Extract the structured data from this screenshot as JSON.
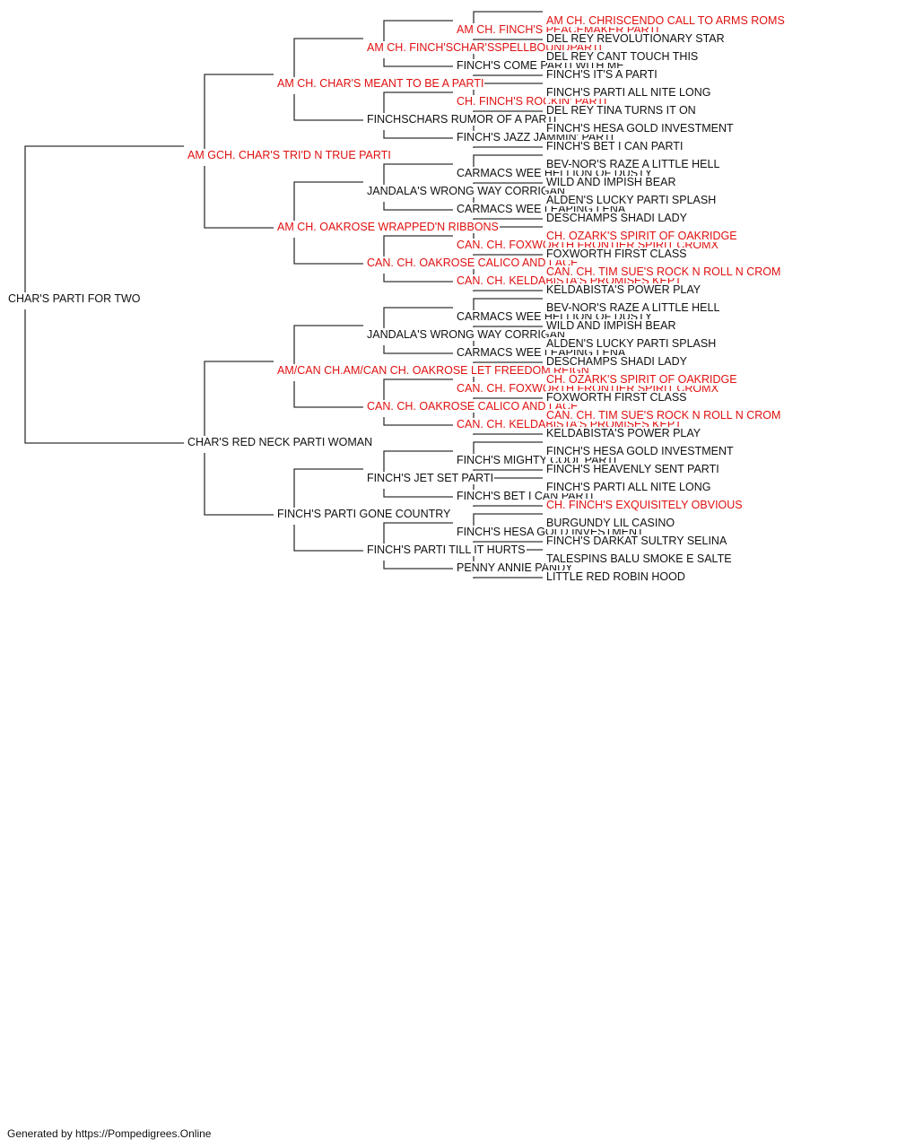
{
  "colors": {
    "champion": "#e01010",
    "normal": "#111111",
    "line": "#333333"
  },
  "pedigree": {
    "name": "CHAR'S PARTI FOR TWO",
    "red": false,
    "sire": {
      "name": "AM GCH. CHAR'S TRI'D N TRUE PARTI",
      "red": true,
      "sire": {
        "name": "AM CH. CHAR'S MEANT TO BE A PARTI",
        "red": true,
        "sire": {
          "name": "AM CH. FINCH'SCHAR'SSPELLBOUNDPARTI",
          "red": true,
          "sire": {
            "name": "AM CH. FINCH'S PEACEMAKER PARTI",
            "red": true,
            "sire": {
              "name": "AM CH. CHRISCENDO CALL TO ARMS ROMS",
              "red": true
            },
            "dam": {
              "name": "DEL REY REVOLUTIONARY STAR",
              "red": false
            }
          },
          "dam": {
            "name": "FINCH'S COME PARTI WITH ME",
            "red": false,
            "sire": {
              "name": "DEL REY CANT TOUCH THIS",
              "red": false
            },
            "dam": {
              "name": "FINCH'S IT'S A PARTI",
              "red": false
            }
          }
        },
        "dam": {
          "name": "FINCHSCHARS RUMOR OF A PARTI",
          "red": false,
          "sire": {
            "name": "CH. FINCH'S ROCKIN' PARTI",
            "red": true,
            "sire": {
              "name": "FINCH'S PARTI ALL NITE LONG",
              "red": false
            },
            "dam": {
              "name": "DEL REY TINA TURNS IT ON",
              "red": false
            }
          },
          "dam": {
            "name": "FINCH'S JAZZ JAMMIN' PARTI",
            "red": false,
            "sire": {
              "name": "FINCH'S HESA GOLD INVESTMENT",
              "red": false
            },
            "dam": {
              "name": "FINCH'S BET I CAN PARTI",
              "red": false
            }
          }
        }
      },
      "dam": {
        "name": "AM CH. OAKROSE WRAPPED'N RIBBONS",
        "red": true,
        "sire": {
          "name": "JANDALA'S WRONG WAY CORRIGAN",
          "red": false,
          "sire": {
            "name": "CARMACS WEE HELLION OF DUSTY",
            "red": false,
            "sire": {
              "name": "BEV-NOR'S RAZE A LITTLE HELL",
              "red": false
            },
            "dam": {
              "name": "WILD AND IMPISH BEAR",
              "red": false
            }
          },
          "dam": {
            "name": "CARMACS WEE LEAPING LENA",
            "red": false,
            "sire": {
              "name": "ALDEN'S LUCKY PARTI SPLASH",
              "red": false
            },
            "dam": {
              "name": "DESCHAMPS SHADI LADY",
              "red": false
            }
          }
        },
        "dam": {
          "name": "CAN. CH. OAKROSE CALICO AND LACE",
          "red": true,
          "sire": {
            "name": "CAN. CH. FOXWORTH FRONTIER SPIRIT CROMX",
            "red": true,
            "sire": {
              "name": "CH. OZARK'S SPIRIT OF OAKRIDGE",
              "red": true
            },
            "dam": {
              "name": "FOXWORTH FIRST CLASS",
              "red": false
            }
          },
          "dam": {
            "name": "CAN. CH. KELDABISTA'S PROMISES KEPT",
            "red": true,
            "sire": {
              "name": "CAN. CH. TIM SUE'S ROCK N ROLL N CROM",
              "red": true
            },
            "dam": {
              "name": "KELDABISTA'S POWER PLAY",
              "red": false
            }
          }
        }
      }
    },
    "dam": {
      "name": "CHAR'S RED NECK PARTI WOMAN",
      "red": false,
      "sire": {
        "name": "AM/CAN CH.AM/CAN CH. OAKROSE LET FREEDOM REIGN",
        "red": true,
        "sire": {
          "name": "JANDALA'S WRONG WAY CORRIGAN",
          "red": false,
          "sire": {
            "name": "CARMACS WEE HELLION OF DUSTY",
            "red": false,
            "sire": {
              "name": "BEV-NOR'S RAZE A LITTLE HELL",
              "red": false
            },
            "dam": {
              "name": "WILD AND IMPISH BEAR",
              "red": false
            }
          },
          "dam": {
            "name": "CARMACS WEE LEAPING LENA",
            "red": false,
            "sire": {
              "name": "ALDEN'S LUCKY PARTI SPLASH",
              "red": false
            },
            "dam": {
              "name": "DESCHAMPS SHADI LADY",
              "red": false
            }
          }
        },
        "dam": {
          "name": "CAN. CH. OAKROSE CALICO AND LACE",
          "red": true,
          "sire": {
            "name": "CAN. CH. FOXWORTH FRONTIER SPIRIT CROMX",
            "red": true,
            "sire": {
              "name": "CH. OZARK'S SPIRIT OF OAKRIDGE",
              "red": true
            },
            "dam": {
              "name": "FOXWORTH FIRST CLASS",
              "red": false
            }
          },
          "dam": {
            "name": "CAN. CH. KELDABISTA'S PROMISES KEPT",
            "red": true,
            "sire": {
              "name": "CAN. CH. TIM SUE'S ROCK N ROLL N CROM",
              "red": true
            },
            "dam": {
              "name": "KELDABISTA'S POWER PLAY",
              "red": false
            }
          }
        }
      },
      "dam": {
        "name": "FINCH'S PARTI GONE COUNTRY",
        "red": false,
        "sire": {
          "name": "FINCH'S JET SET PARTI",
          "red": false,
          "sire": {
            "name": "FINCH'S MIGHTY COOL PARTI",
            "red": false,
            "sire": {
              "name": "FINCH'S HESA GOLD INVESTMENT",
              "red": false
            },
            "dam": {
              "name": "FINCH'S HEAVENLY SENT PARTI",
              "red": false
            }
          },
          "dam": {
            "name": "FINCH'S BET I CAN PARTI",
            "red": false,
            "sire": {
              "name": "FINCH'S PARTI ALL NITE LONG",
              "red": false
            },
            "dam": {
              "name": "CH. FINCH'S EXQUISITELY OBVIOUS",
              "red": true
            }
          }
        },
        "dam": {
          "name": "FINCH'S PARTI TILL IT HURTS",
          "red": false,
          "sire": {
            "name": "FINCH'S HESA GOLD INVESTMENT",
            "red": false,
            "sire": {
              "name": "BURGUNDY LIL CASINO",
              "red": false
            },
            "dam": {
              "name": "FINCH'S DARKAT SULTRY SELINA",
              "red": false
            }
          },
          "dam": {
            "name": "PENNY ANNIE PANDY",
            "red": false,
            "sire": {
              "name": "TALESPINS BALU SMOKE E SALTE",
              "red": false
            },
            "dam": {
              "name": "LITTLE RED ROBIN HOOD",
              "red": false
            }
          }
        }
      }
    }
  },
  "footer": "Generated by https://Pompedigrees.Online"
}
